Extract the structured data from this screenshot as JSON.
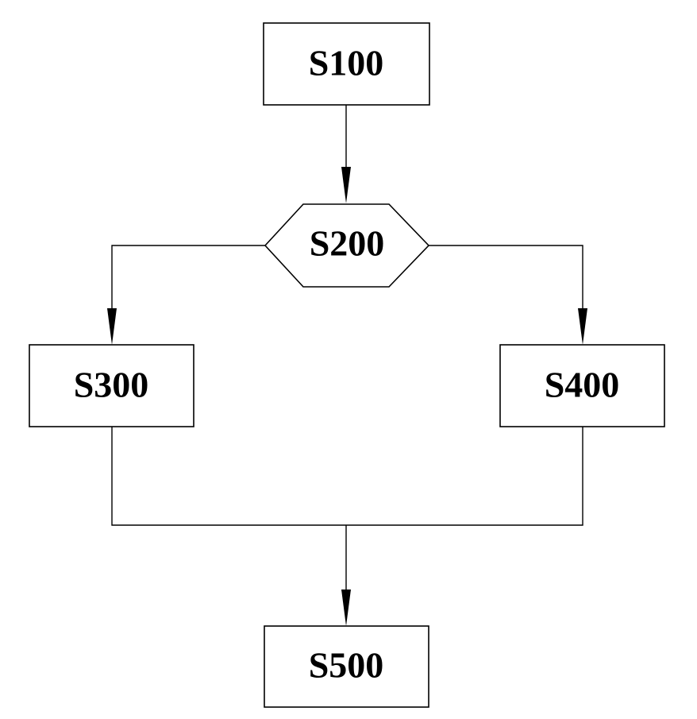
{
  "diagram": {
    "nodes": {
      "s100": {
        "label": "S100"
      },
      "s200": {
        "label": "S200"
      },
      "s300": {
        "label": "S300"
      },
      "s400": {
        "label": "S400"
      },
      "s500": {
        "label": "S500"
      }
    }
  }
}
